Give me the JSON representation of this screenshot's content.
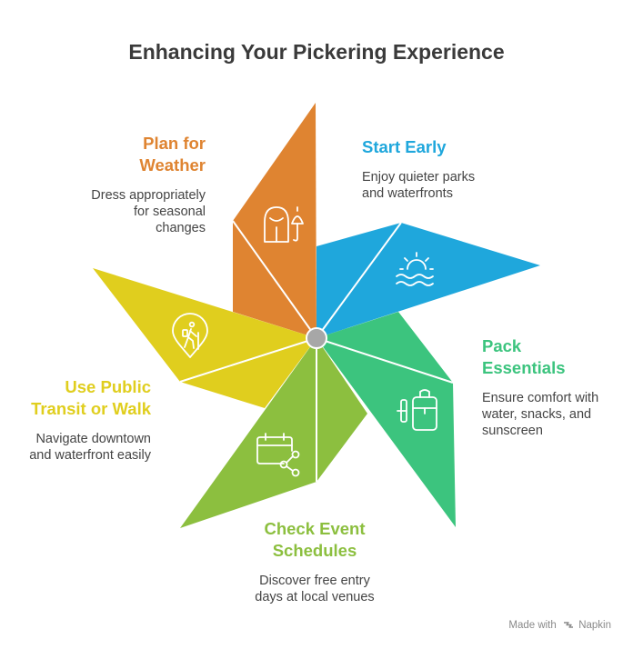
{
  "title": "Enhancing Your Pickering Experience",
  "sections": [
    {
      "heading": "Plan for\nWeather",
      "description": "Dress appropriately\nfor seasonal\nchanges",
      "color": "#DF8431",
      "icon": "raincoat-umbrella-icon"
    },
    {
      "heading": "Start Early",
      "description": "Enjoy quieter parks\nand waterfronts",
      "color": "#1FA7DC",
      "icon": "sunrise-over-water-icon"
    },
    {
      "heading": "Pack\nEssentials",
      "description": "Ensure comfort with\nwater, snacks, and\nsunscreen",
      "color": "#3CC47E",
      "icon": "backpack-icon"
    },
    {
      "heading": "Check Event\nSchedules",
      "description": "Discover free entry\ndays at local venues",
      "color": "#8CBF3F",
      "icon": "calendar-share-icon"
    },
    {
      "heading": "Use Public\nTransit or Walk",
      "description": "Navigate downtown\nand waterfront easily",
      "color": "#E0CE1E",
      "icon": "hiker-location-pin-icon"
    }
  ],
  "footer": {
    "made_with": "Made with",
    "brand": "Napkin"
  }
}
